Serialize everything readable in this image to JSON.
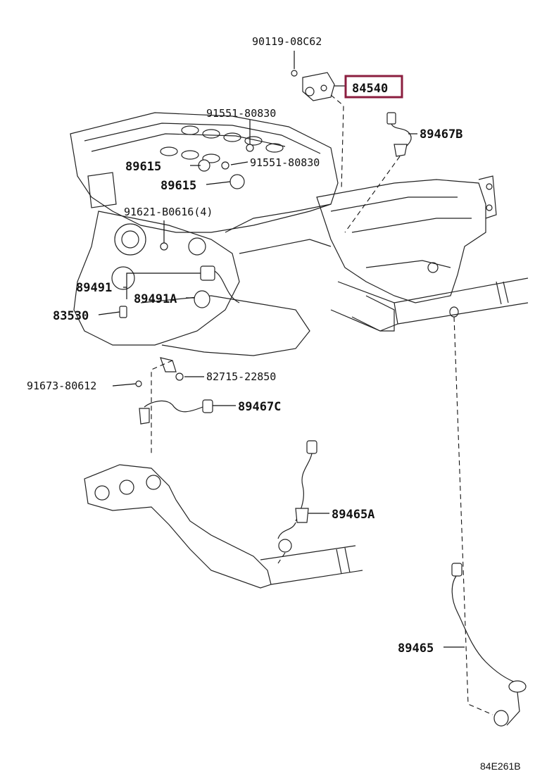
{
  "diagram_code": "84E261B",
  "highlight_color": "#8b1e3f",
  "callouts": [
    {
      "id": "c1",
      "text": "90119-08C62"
    },
    {
      "id": "c2",
      "text": "84540",
      "highlighted": true
    },
    {
      "id": "c3",
      "text": "91551-80830"
    },
    {
      "id": "c4",
      "text": "89467B"
    },
    {
      "id": "c5",
      "text": "89615"
    },
    {
      "id": "c6",
      "text": "91551-80830"
    },
    {
      "id": "c7",
      "text": "89615"
    },
    {
      "id": "c8",
      "text": "91621-B0616(4)"
    },
    {
      "id": "c9",
      "text": "89491"
    },
    {
      "id": "c10",
      "text": "89491A"
    },
    {
      "id": "c11",
      "text": "83530"
    },
    {
      "id": "c12",
      "text": "82715-22850"
    },
    {
      "id": "c13",
      "text": "91673-80612"
    },
    {
      "id": "c14",
      "text": "89467C"
    },
    {
      "id": "c15",
      "text": "89465A"
    },
    {
      "id": "c16",
      "text": "89465"
    }
  ]
}
